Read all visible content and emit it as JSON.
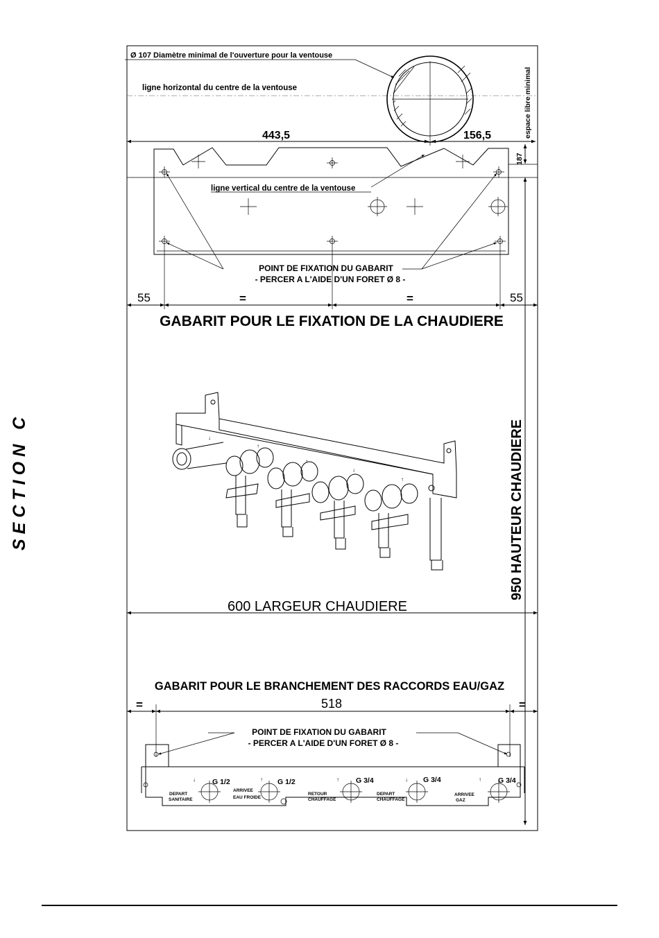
{
  "side_label": "SECTION C",
  "top_template": {
    "vent_diameter_note": "Ø 107 Diamètre minimal de l'ouverture pour la ventouse",
    "horizontal_center_line": "ligne horizontal du centre de la ventouse",
    "vertical_center_line": "ligne vertical du centre de la ventouse",
    "dim_left": "443,5",
    "dim_right": "156,5",
    "dim_vertical": "187",
    "min_free_space": "espace libre minimal",
    "fixing_point_line1": "POINT DE FIXATION DU GABARIT",
    "fixing_point_line2": "- PERCER A L'AIDE D'UN FORET Ø 8 -",
    "dim_left_margin": "55",
    "dim_equal_left": "=",
    "dim_equal_right": "=",
    "dim_right_margin": "55"
  },
  "main_title": "GABARIT POUR LE FIXATION DE LA CHAUDIERE",
  "boiler": {
    "height_label": "950  HAUTEUR CHAUDIERE",
    "width_label": "600    LARGEUR CHAUDIERE"
  },
  "bottom_template": {
    "title": "GABARIT POUR LE BRANCHEMENT DES RACCORDS EAU/GAZ",
    "dim_left": "=",
    "dim_center": "518",
    "dim_right": "=",
    "fixing_point_line1": "POINT DE FIXATION DU GABARIT",
    "fixing_point_line2": "- PERCER A L'AIDE D'UN FORET Ø 8 -",
    "connections": [
      {
        "size": "G 1/2",
        "name_line1": "DEPART",
        "name_line2": "SANITAIRE"
      },
      {
        "size": "G 1/2",
        "name_line1": "ARRIVEE",
        "name_line2": "EAU FROIDE"
      },
      {
        "size": "G 3/4",
        "name_line1": "RETOUR",
        "name_line2": "CHAUFFAGE"
      },
      {
        "size": "G 3/4",
        "name_line1": "DEPART",
        "name_line2": "CHAUFFAGE"
      },
      {
        "size": "G 3/4",
        "name_line1": "ARRIVEE",
        "name_line2": "GAZ"
      }
    ]
  },
  "colors": {
    "line": "#000000",
    "side_label": "#c8c8c8"
  }
}
